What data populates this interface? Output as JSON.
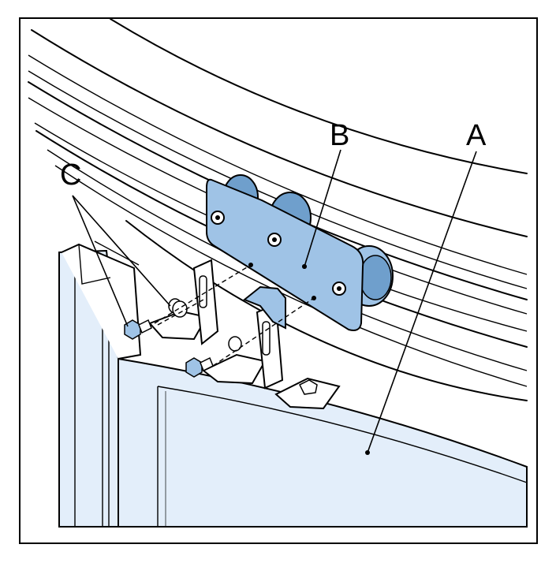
{
  "labels": {
    "a": "A",
    "b": "B",
    "c": "C"
  },
  "colors": {
    "door_panel": "#e3eefa",
    "carriage": "#9fc3e6",
    "carriage_dark": "#6f9fcc",
    "metal": "#ffffff",
    "outline": "#000000"
  }
}
